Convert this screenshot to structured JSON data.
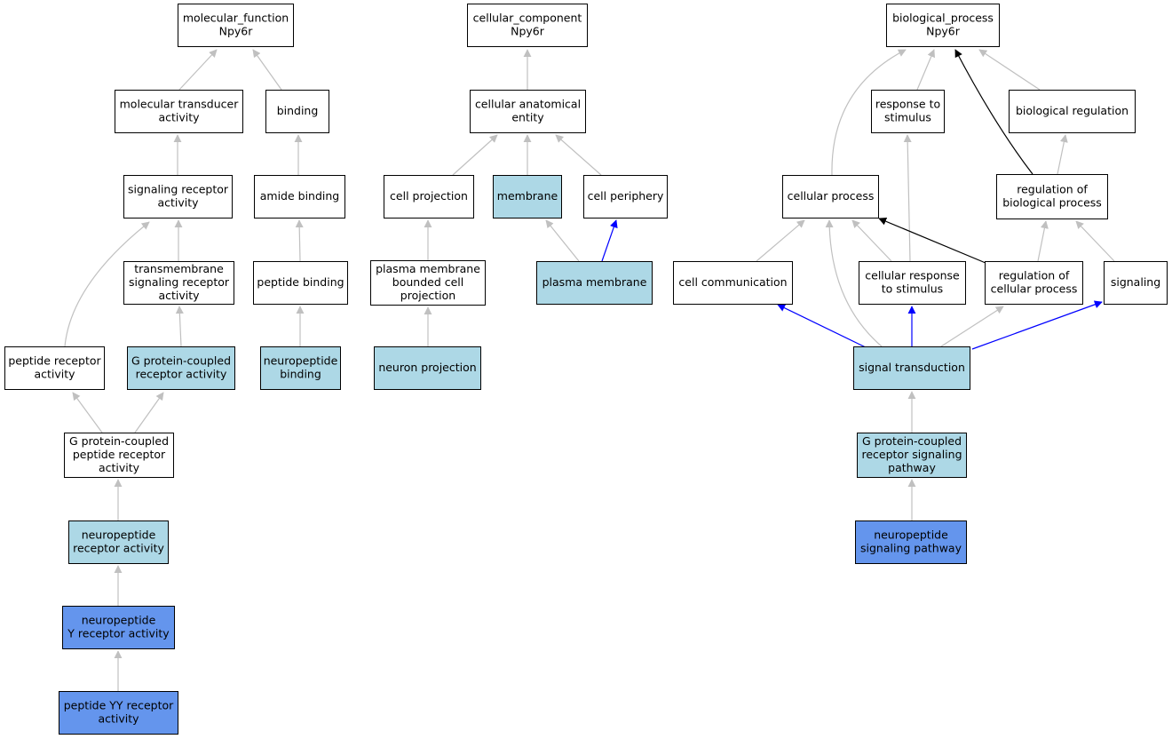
{
  "colors": {
    "plain": "#ffffff",
    "annotated": "#add8e6",
    "direct": "#6495ed",
    "edge_is_a": "#c0c0c0",
    "edge_part_of": "#0000ff",
    "edge_regulates": "#000000"
  },
  "nodes": [
    {
      "id": "mf",
      "lines": [
        "molecular_function",
        "Npy6r"
      ],
      "fill": "plain"
    },
    {
      "id": "mta",
      "lines": [
        "molecular transducer",
        "activity"
      ],
      "fill": "plain"
    },
    {
      "id": "bind",
      "lines": [
        "binding"
      ],
      "fill": "plain"
    },
    {
      "id": "sra",
      "lines": [
        "signaling receptor",
        "activity"
      ],
      "fill": "plain"
    },
    {
      "id": "amb",
      "lines": [
        "amide binding"
      ],
      "fill": "plain"
    },
    {
      "id": "tsra",
      "lines": [
        "transmembrane",
        "signaling receptor",
        "activity"
      ],
      "fill": "plain"
    },
    {
      "id": "pb",
      "lines": [
        "peptide binding"
      ],
      "fill": "plain"
    },
    {
      "id": "pra",
      "lines": [
        "peptide receptor",
        "activity"
      ],
      "fill": "plain"
    },
    {
      "id": "gpcra",
      "lines": [
        "G protein-coupled",
        "receptor activity"
      ],
      "fill": "annotated"
    },
    {
      "id": "npb",
      "lines": [
        "neuropeptide",
        "binding"
      ],
      "fill": "annotated"
    },
    {
      "id": "gpprа",
      "lines": [
        "G protein-coupled",
        "peptide receptor",
        "activity"
      ],
      "fill": "plain"
    },
    {
      "id": "npra",
      "lines": [
        "neuropeptide",
        "receptor activity"
      ],
      "fill": "annotated"
    },
    {
      "id": "npyra",
      "lines": [
        "neuropeptide",
        "Y receptor activity"
      ],
      "fill": "direct"
    },
    {
      "id": "pyyra",
      "lines": [
        "peptide YY receptor",
        "activity"
      ],
      "fill": "direct"
    },
    {
      "id": "cc",
      "lines": [
        "cellular_component",
        "Npy6r"
      ],
      "fill": "plain"
    },
    {
      "id": "cae",
      "lines": [
        "cellular anatomical",
        "entity"
      ],
      "fill": "plain"
    },
    {
      "id": "cproj",
      "lines": [
        "cell projection"
      ],
      "fill": "plain"
    },
    {
      "id": "mem",
      "lines": [
        "membrane"
      ],
      "fill": "annotated"
    },
    {
      "id": "cper",
      "lines": [
        "cell periphery"
      ],
      "fill": "plain"
    },
    {
      "id": "pmbcp",
      "lines": [
        "plasma membrane",
        "bounded cell",
        "projection"
      ],
      "fill": "plain"
    },
    {
      "id": "pm",
      "lines": [
        "plasma membrane"
      ],
      "fill": "annotated"
    },
    {
      "id": "nproj",
      "lines": [
        "neuron projection"
      ],
      "fill": "annotated"
    },
    {
      "id": "bp",
      "lines": [
        "biological_process",
        "Npy6r"
      ],
      "fill": "plain"
    },
    {
      "id": "rts",
      "lines": [
        "response to",
        "stimulus"
      ],
      "fill": "plain"
    },
    {
      "id": "breg",
      "lines": [
        "biological regulation"
      ],
      "fill": "plain"
    },
    {
      "id": "cpr",
      "lines": [
        "cellular process"
      ],
      "fill": "plain"
    },
    {
      "id": "rbp",
      "lines": [
        "regulation of",
        "biological process"
      ],
      "fill": "plain"
    },
    {
      "id": "ccomm",
      "lines": [
        "cell communication"
      ],
      "fill": "plain"
    },
    {
      "id": "crts",
      "lines": [
        "cellular response",
        "to stimulus"
      ],
      "fill": "plain"
    },
    {
      "id": "rcp",
      "lines": [
        "regulation of",
        "cellular process"
      ],
      "fill": "plain"
    },
    {
      "id": "sig",
      "lines": [
        "signaling"
      ],
      "fill": "plain"
    },
    {
      "id": "st",
      "lines": [
        "signal transduction"
      ],
      "fill": "annotated"
    },
    {
      "id": "gpcrsp",
      "lines": [
        "G protein-coupled",
        "receptor signaling",
        "pathway"
      ],
      "fill": "annotated"
    },
    {
      "id": "npsp",
      "lines": [
        "neuropeptide",
        "signaling pathway"
      ],
      "fill": "direct"
    }
  ],
  "edges": [
    {
      "from": "mta",
      "to": "mf",
      "type": "edge_is_a"
    },
    {
      "from": "bind",
      "to": "mf",
      "type": "edge_is_a"
    },
    {
      "from": "sra",
      "to": "mta",
      "type": "edge_is_a"
    },
    {
      "from": "amb",
      "to": "bind",
      "type": "edge_is_a"
    },
    {
      "from": "tsra",
      "to": "sra",
      "type": "edge_is_a"
    },
    {
      "from": "pb",
      "to": "amb",
      "type": "edge_is_a"
    },
    {
      "from": "pra",
      "to": "sra",
      "type": "edge_is_a"
    },
    {
      "from": "gpcra",
      "to": "tsra",
      "type": "edge_is_a"
    },
    {
      "from": "npb",
      "to": "pb",
      "type": "edge_is_a"
    },
    {
      "from": "gpprа",
      "to": "pra",
      "type": "edge_is_a"
    },
    {
      "from": "gpprа",
      "to": "gpcra",
      "type": "edge_is_a"
    },
    {
      "from": "npra",
      "to": "gpprа",
      "type": "edge_is_a"
    },
    {
      "from": "npyra",
      "to": "npra",
      "type": "edge_is_a"
    },
    {
      "from": "pyyra",
      "to": "npyra",
      "type": "edge_is_a"
    },
    {
      "from": "cae",
      "to": "cc",
      "type": "edge_is_a"
    },
    {
      "from": "cproj",
      "to": "cae",
      "type": "edge_is_a"
    },
    {
      "from": "mem",
      "to": "cae",
      "type": "edge_is_a"
    },
    {
      "from": "cper",
      "to": "cae",
      "type": "edge_is_a"
    },
    {
      "from": "pmbcp",
      "to": "cproj",
      "type": "edge_is_a"
    },
    {
      "from": "pm",
      "to": "mem",
      "type": "edge_is_a"
    },
    {
      "from": "pm",
      "to": "cper",
      "type": "edge_part_of"
    },
    {
      "from": "nproj",
      "to": "pmbcp",
      "type": "edge_is_a"
    },
    {
      "from": "rts",
      "to": "bp",
      "type": "edge_is_a"
    },
    {
      "from": "breg",
      "to": "bp",
      "type": "edge_is_a"
    },
    {
      "from": "cpr",
      "to": "bp",
      "type": "edge_is_a"
    },
    {
      "from": "rbp",
      "to": "bp",
      "type": "edge_regulates"
    },
    {
      "from": "rbp",
      "to": "breg",
      "type": "edge_is_a"
    },
    {
      "from": "ccomm",
      "to": "cpr",
      "type": "edge_is_a"
    },
    {
      "from": "crts",
      "to": "cpr",
      "type": "edge_is_a"
    },
    {
      "from": "crts",
      "to": "rts",
      "type": "edge_is_a"
    },
    {
      "from": "rcp",
      "to": "cpr",
      "type": "edge_regulates"
    },
    {
      "from": "rcp",
      "to": "rbp",
      "type": "edge_is_a"
    },
    {
      "from": "sig",
      "to": "rbp",
      "type": "edge_is_a"
    },
    {
      "from": "st",
      "to": "ccomm",
      "type": "edge_part_of"
    },
    {
      "from": "st",
      "to": "crts",
      "type": "edge_part_of"
    },
    {
      "from": "st",
      "to": "rcp",
      "type": "edge_is_a"
    },
    {
      "from": "st",
      "to": "sig",
      "type": "edge_part_of"
    },
    {
      "from": "st",
      "to": "cpr",
      "type": "edge_is_a"
    },
    {
      "from": "gpcrsp",
      "to": "st",
      "type": "edge_is_a"
    },
    {
      "from": "npsp",
      "to": "gpcrsp",
      "type": "edge_is_a"
    }
  ]
}
